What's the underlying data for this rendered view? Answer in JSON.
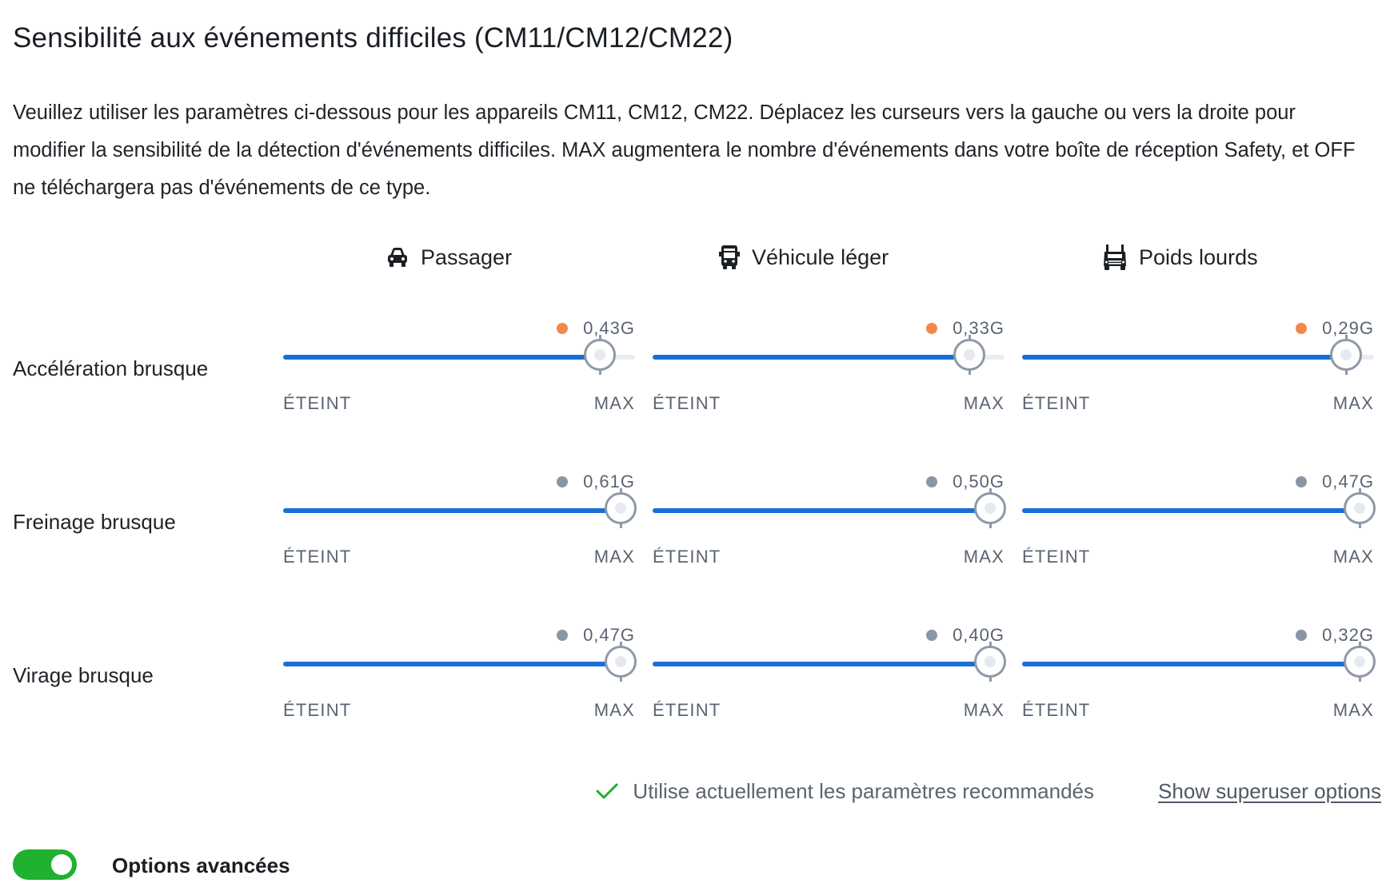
{
  "title": "Sensibilité aux événements difficiles (CM11/CM12/CM22)",
  "description": "Veuillez utiliser les paramètres ci-dessous pour les appareils CM11, CM12, CM22. Déplacez les curseurs vers la gauche ou vers la droite pour modifier la sensibilité de la détection d'événements difficiles. MAX augmentera le nombre d'événements dans votre boîte de réception Safety, et OFF ne téléchargera pas d'événements de ce type.",
  "colors": {
    "accent": "#1a6fd6",
    "modified_dot": "#f2894a",
    "default_dot": "#8a96a6",
    "success": "#1fb12f"
  },
  "vehicles": [
    {
      "label": "Passager",
      "icon": "car-icon"
    },
    {
      "label": "Véhicule léger",
      "icon": "light-truck-icon"
    },
    {
      "label": "Poids lourds",
      "icon": "heavy-truck-icon"
    }
  ],
  "rows": [
    {
      "label": "Accélération brusque",
      "sliders": [
        {
          "value": "0,43G",
          "dot": "orange",
          "level": 0.9
        },
        {
          "value": "0,33G",
          "dot": "orange",
          "level": 0.9
        },
        {
          "value": "0,29G",
          "dot": "orange",
          "level": 0.92
        }
      ]
    },
    {
      "label": "Freinage brusque",
      "sliders": [
        {
          "value": "0,61G",
          "dot": "grey",
          "level": 0.96
        },
        {
          "value": "0,50G",
          "dot": "grey",
          "level": 0.96
        },
        {
          "value": "0,47G",
          "dot": "grey",
          "level": 0.96
        }
      ]
    },
    {
      "label": "Virage brusque",
      "sliders": [
        {
          "value": "0,47G",
          "dot": "grey",
          "level": 0.96
        },
        {
          "value": "0,40G",
          "dot": "grey",
          "level": 0.96
        },
        {
          "value": "0,32G",
          "dot": "grey",
          "level": 0.96
        }
      ]
    }
  ],
  "slider_labels": {
    "min": "ÉTEINT",
    "max": "MAX"
  },
  "status": {
    "text": "Utilise actuellement les paramètres recommandés",
    "icon": "check-icon"
  },
  "superuser_link": "Show superuser options",
  "advanced": {
    "label": "Options avancées",
    "enabled": true
  }
}
